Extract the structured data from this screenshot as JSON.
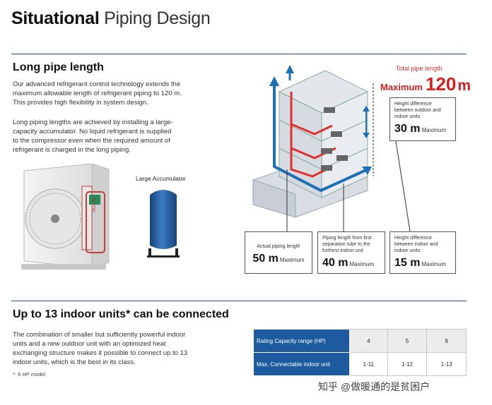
{
  "title": {
    "bold": "Situational",
    "light": "Piping Design"
  },
  "section1": {
    "title": "Long pipe length",
    "para1": [
      "Our advanced refrigerant control technology extends the",
      "maximum allowable length of refrigerant piping to 120 m.",
      "This provides high flexibility in system design."
    ],
    "para2": [
      "Long piping lengths are achieved by installing a large-",
      "capacity accumulator. No liquid refrigerant is supplied",
      "to the compressor even when the required amount of",
      "refrigerant is charged in the long piping."
    ],
    "accumulator_label": "Large Accumulator"
  },
  "diagram": {
    "total_label": "Total pipe length",
    "maximum_prefix": "Maximum",
    "maximum_value": "120",
    "maximum_unit": "m",
    "boxes": [
      {
        "desc": [
          "Height difference",
          "between outdoor and",
          "indoor units"
        ],
        "value": "30 m",
        "suffix": "Maximum"
      },
      {
        "desc": [
          "Actual piping length"
        ],
        "value": "50 m",
        "suffix": "Maximum"
      },
      {
        "desc": [
          "Piping length from first",
          "separation tube to the",
          "furthest indoor unit"
        ],
        "value": "40 m",
        "suffix": "Maximum"
      },
      {
        "desc": [
          "Height difference",
          "between indoor and",
          "indoor units"
        ],
        "value": "15 m",
        "suffix": "Maximum"
      }
    ],
    "unit_brand": "FUJITSU"
  },
  "section2": {
    "title": "Up to 13 indoor units* can be connected",
    "para": [
      "The combination of smaller but sufficiently powerful indoor",
      "units and a new outdoor unit with an optimized heat",
      "exchanging structure makes it possible to connect up to 13",
      "indoor units, which is the best in its class."
    ],
    "footnote": "*: 6 HP model"
  },
  "table": {
    "rows": [
      {
        "header": "Rating Capacity range (HP)",
        "cells": [
          "4",
          "5",
          "6"
        ]
      },
      {
        "header": "Max. Connectable indoor unit",
        "cells": [
          "1-11",
          "1-12",
          "1-13"
        ]
      }
    ]
  },
  "watermark": "知乎 @做暖通的是贫困户",
  "colors": {
    "accent_blue": "#1e5aa0",
    "red": "#d81e1e",
    "pipe_blue": "#1d6fb8"
  }
}
